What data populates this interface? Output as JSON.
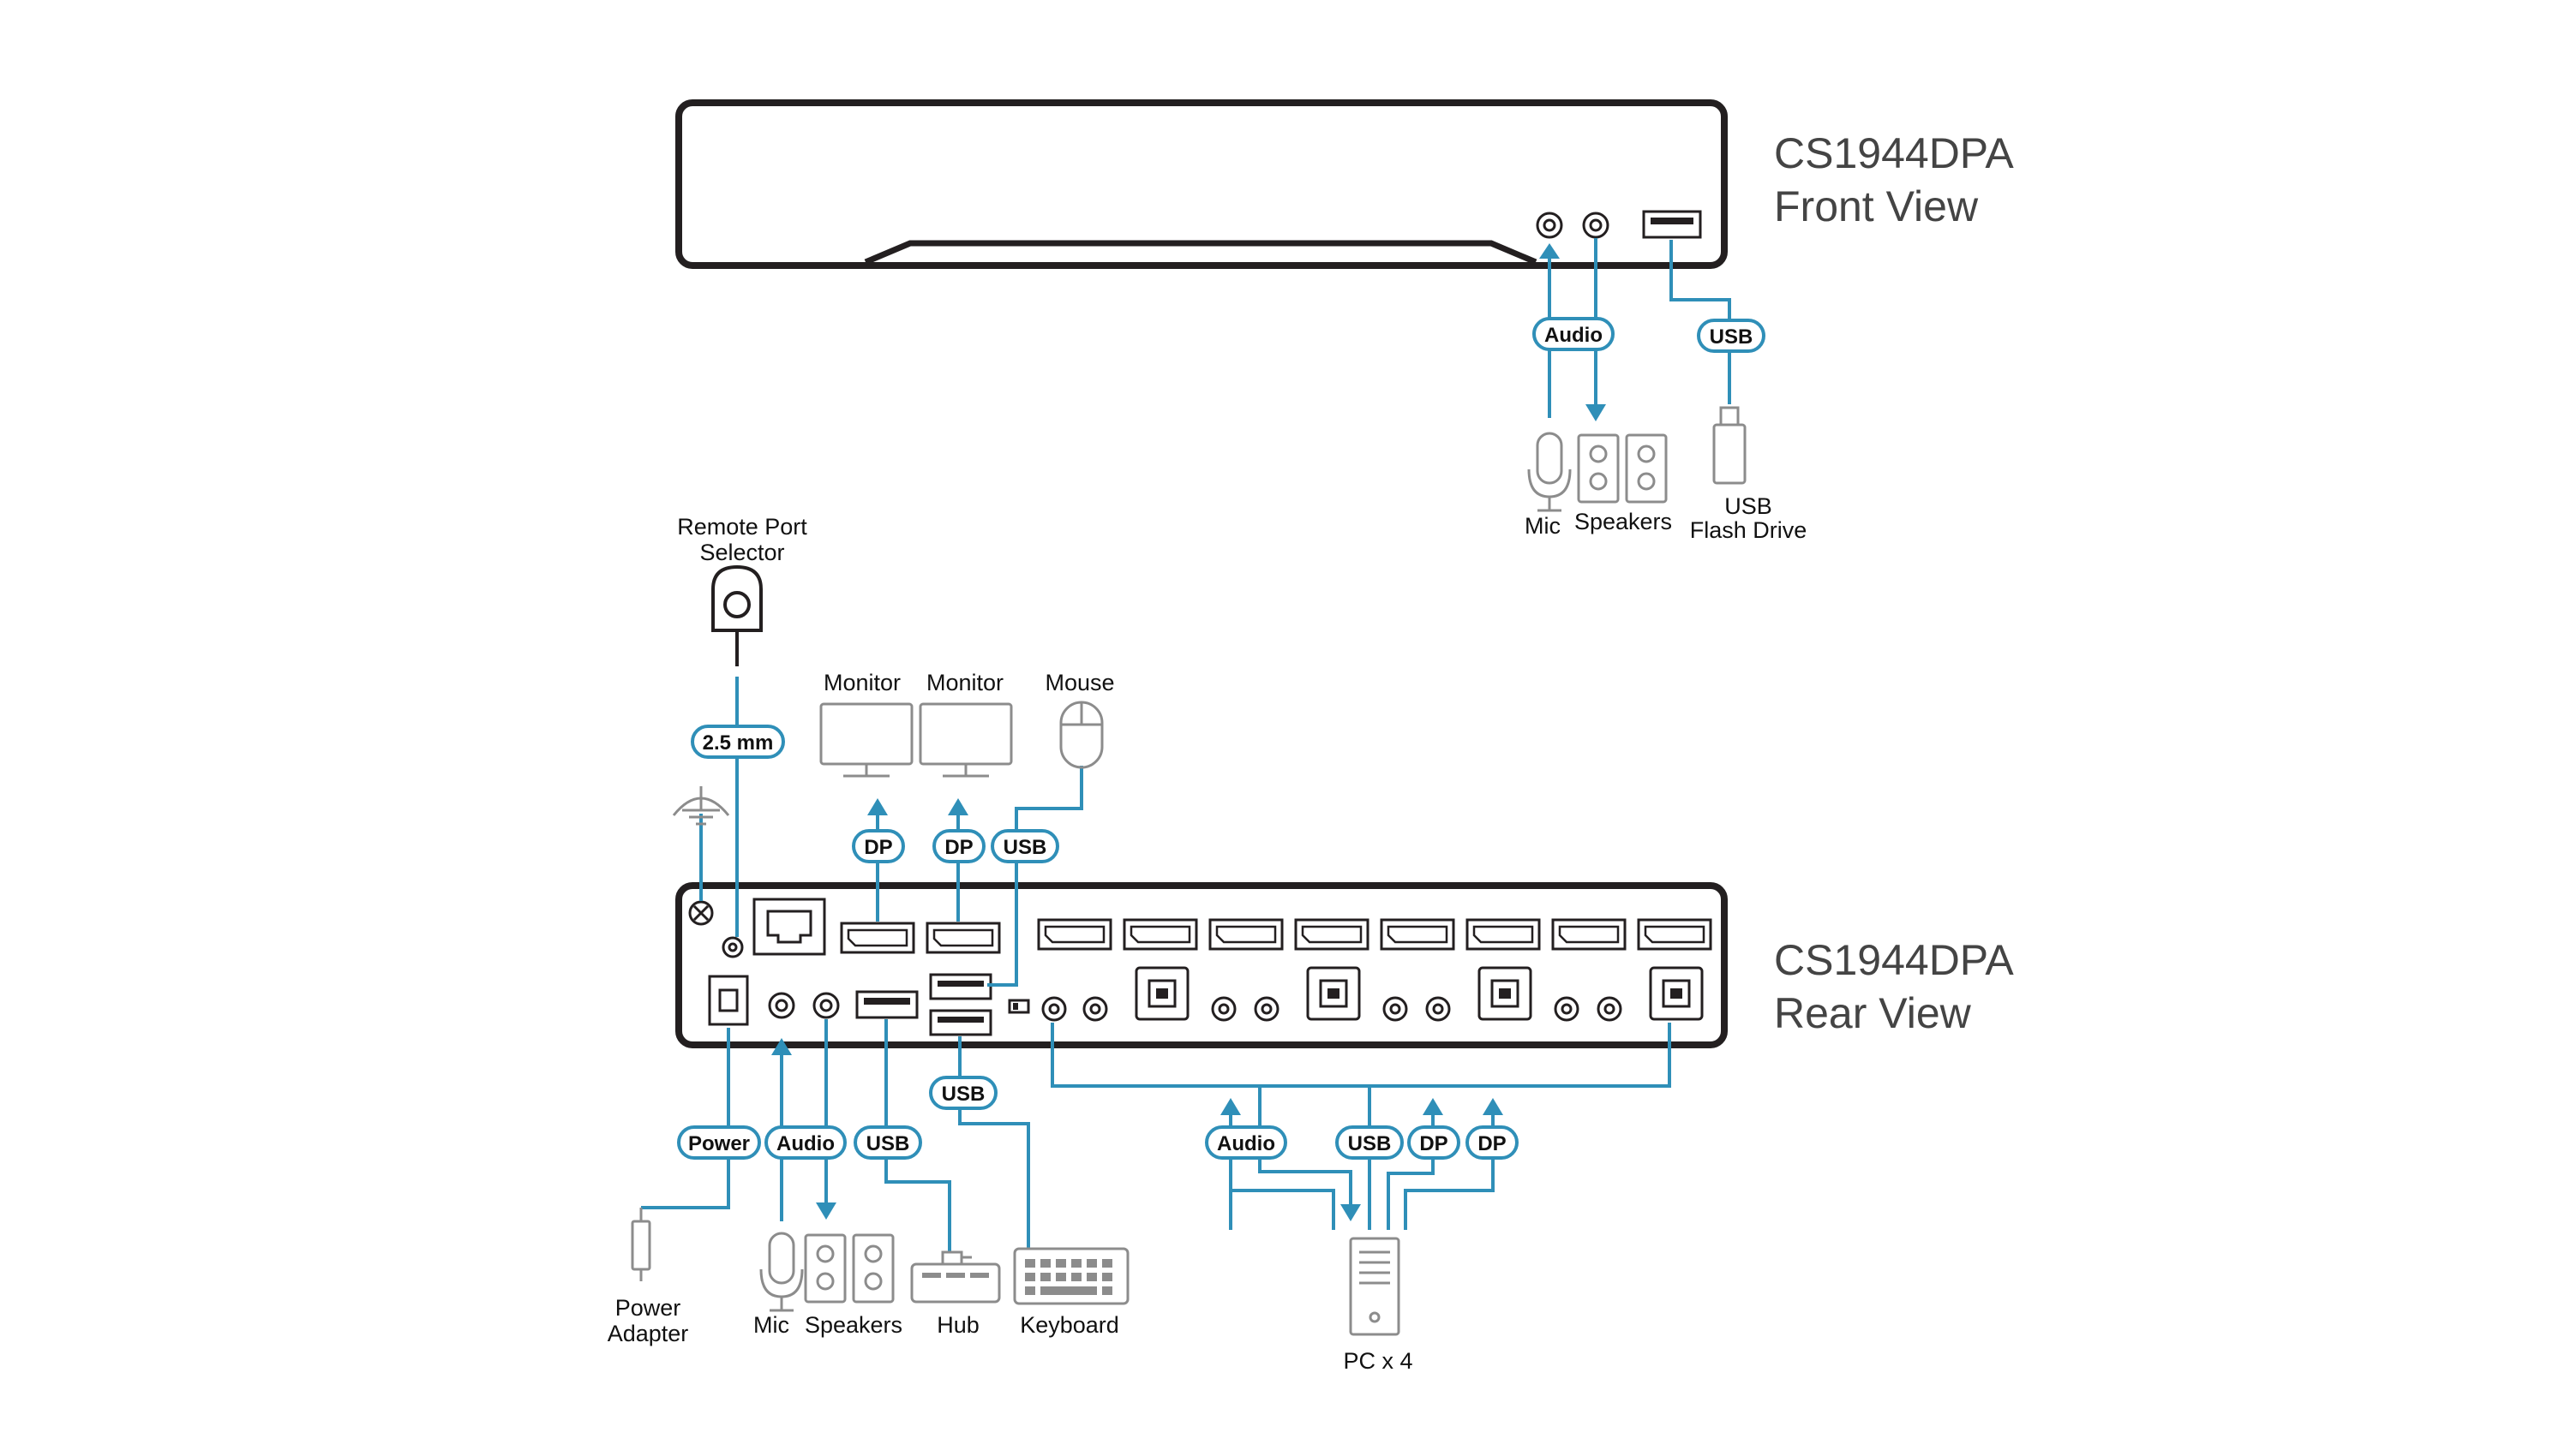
{
  "front": {
    "model": "CS1944DPA",
    "view": "Front View"
  },
  "rear": {
    "model": "CS1944DPA",
    "view": "Rear View"
  },
  "connectors": {
    "front_audio": "Audio",
    "front_usb": "USB",
    "remote": "2.5 mm",
    "dp1": "DP",
    "dp2": "DP",
    "mouse_usb": "USB",
    "kb_usb": "USB",
    "power": "Power",
    "rear_audio": "Audio",
    "hub_usb": "USB",
    "pc_audio": "Audio",
    "pc_usb": "USB",
    "pc_dp1": "DP",
    "pc_dp2": "DP"
  },
  "devices": {
    "front_mic": "Mic",
    "front_speakers": "Speakers",
    "usb_flash_line1": "USB",
    "usb_flash_line2": "Flash Drive",
    "remote_line1": "Remote Port",
    "remote_line2": "Selector",
    "monitor1": "Monitor",
    "monitor2": "Monitor",
    "mouse": "Mouse",
    "power_line1": "Power",
    "power_line2": "Adapter",
    "rear_mic": "Mic",
    "rear_speakers": "Speakers",
    "hub": "Hub",
    "keyboard": "Keyboard",
    "pc": "PC x 4"
  },
  "colors": {
    "cable": "#2f8fb8",
    "device_outline": "#231f20",
    "peripheral_icon": "#8c8c8c",
    "title_text": "#444444"
  }
}
